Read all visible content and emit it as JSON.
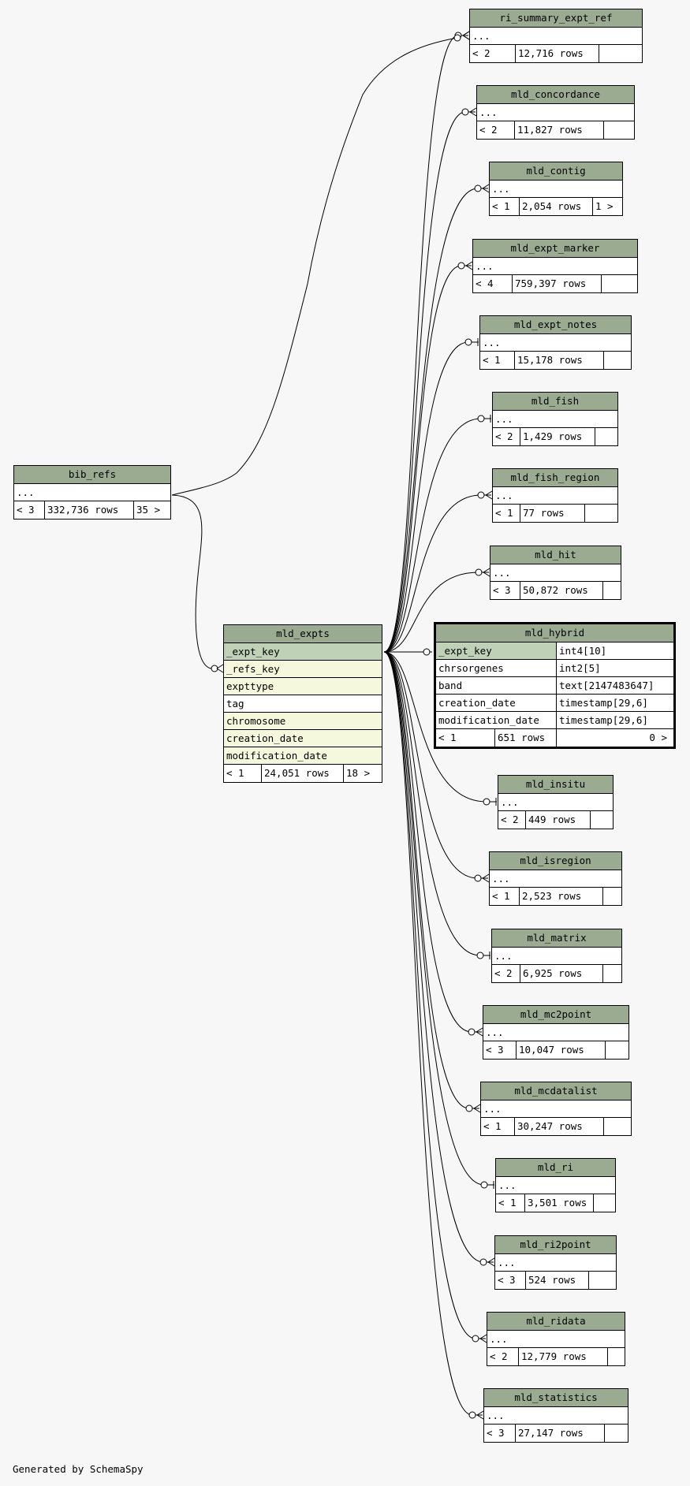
{
  "diagram": {
    "generated_by": "Generated by SchemaSpy",
    "tables": {
      "ri_summary_expt_ref": {
        "name": "ri_summary_expt_ref",
        "ellipsis": "...",
        "parents": "< 2",
        "rows": "12,716 rows",
        "children": ""
      },
      "mld_concordance": {
        "name": "mld_concordance",
        "ellipsis": "...",
        "parents": "< 2",
        "rows": "11,827 rows",
        "children": ""
      },
      "mld_contig": {
        "name": "mld_contig",
        "ellipsis": "...",
        "parents": "< 1",
        "rows": "2,054 rows",
        "children": "1 >"
      },
      "mld_expt_marker": {
        "name": "mld_expt_marker",
        "ellipsis": "...",
        "parents": "< 4",
        "rows": "759,397 rows",
        "children": ""
      },
      "mld_expt_notes": {
        "name": "mld_expt_notes",
        "ellipsis": "...",
        "parents": "< 1",
        "rows": "15,178 rows",
        "children": ""
      },
      "mld_fish": {
        "name": "mld_fish",
        "ellipsis": "...",
        "parents": "< 2",
        "rows": "1,429 rows",
        "children": ""
      },
      "mld_fish_region": {
        "name": "mld_fish_region",
        "ellipsis": "...",
        "parents": "< 1",
        "rows": "77 rows",
        "children": ""
      },
      "mld_hit": {
        "name": "mld_hit",
        "ellipsis": "...",
        "parents": "< 3",
        "rows": "50,872 rows",
        "children": ""
      },
      "mld_insitu": {
        "name": "mld_insitu",
        "ellipsis": "...",
        "parents": "< 2",
        "rows": "449 rows",
        "children": ""
      },
      "mld_isregion": {
        "name": "mld_isregion",
        "ellipsis": "...",
        "parents": "< 1",
        "rows": "2,523 rows",
        "children": ""
      },
      "mld_matrix": {
        "name": "mld_matrix",
        "ellipsis": "...",
        "parents": "< 2",
        "rows": "6,925 rows",
        "children": ""
      },
      "mld_mc2point": {
        "name": "mld_mc2point",
        "ellipsis": "...",
        "parents": "< 3",
        "rows": "10,047 rows",
        "children": ""
      },
      "mld_mcdatalist": {
        "name": "mld_mcdatalist",
        "ellipsis": "...",
        "parents": "< 1",
        "rows": "30,247 rows",
        "children": ""
      },
      "mld_ri": {
        "name": "mld_ri",
        "ellipsis": "...",
        "parents": "< 1",
        "rows": "3,501 rows",
        "children": ""
      },
      "mld_ri2point": {
        "name": "mld_ri2point",
        "ellipsis": "...",
        "parents": "< 3",
        "rows": "524 rows",
        "children": ""
      },
      "mld_ridata": {
        "name": "mld_ridata",
        "ellipsis": "...",
        "parents": "< 2",
        "rows": "12,779 rows",
        "children": ""
      },
      "mld_statistics": {
        "name": "mld_statistics",
        "ellipsis": "...",
        "parents": "< 3",
        "rows": "27,147 rows",
        "children": ""
      },
      "bib_refs": {
        "name": "bib_refs",
        "ellipsis": "...",
        "parents": "< 3",
        "rows": "332,736 rows",
        "children": "35 >"
      },
      "mld_expts": {
        "name": "mld_expts",
        "columns": [
          "_expt_key",
          "_refs_key",
          "expttype",
          "tag",
          "chromosome",
          "creation_date",
          "modification_date"
        ],
        "parents": "< 1",
        "rows": "24,051 rows",
        "children": "18 >"
      },
      "mld_hybrid": {
        "name": "mld_hybrid",
        "columns": [
          {
            "name": "_expt_key",
            "type": "int4[10]"
          },
          {
            "name": "chrsorgenes",
            "type": "int2[5]"
          },
          {
            "name": "band",
            "type": "text[2147483647]"
          },
          {
            "name": "creation_date",
            "type": "timestamp[29,6]"
          },
          {
            "name": "modification_date",
            "type": "timestamp[29,6]"
          }
        ],
        "parents": "< 1",
        "rows": "651 rows",
        "children": "0 >"
      }
    }
  }
}
